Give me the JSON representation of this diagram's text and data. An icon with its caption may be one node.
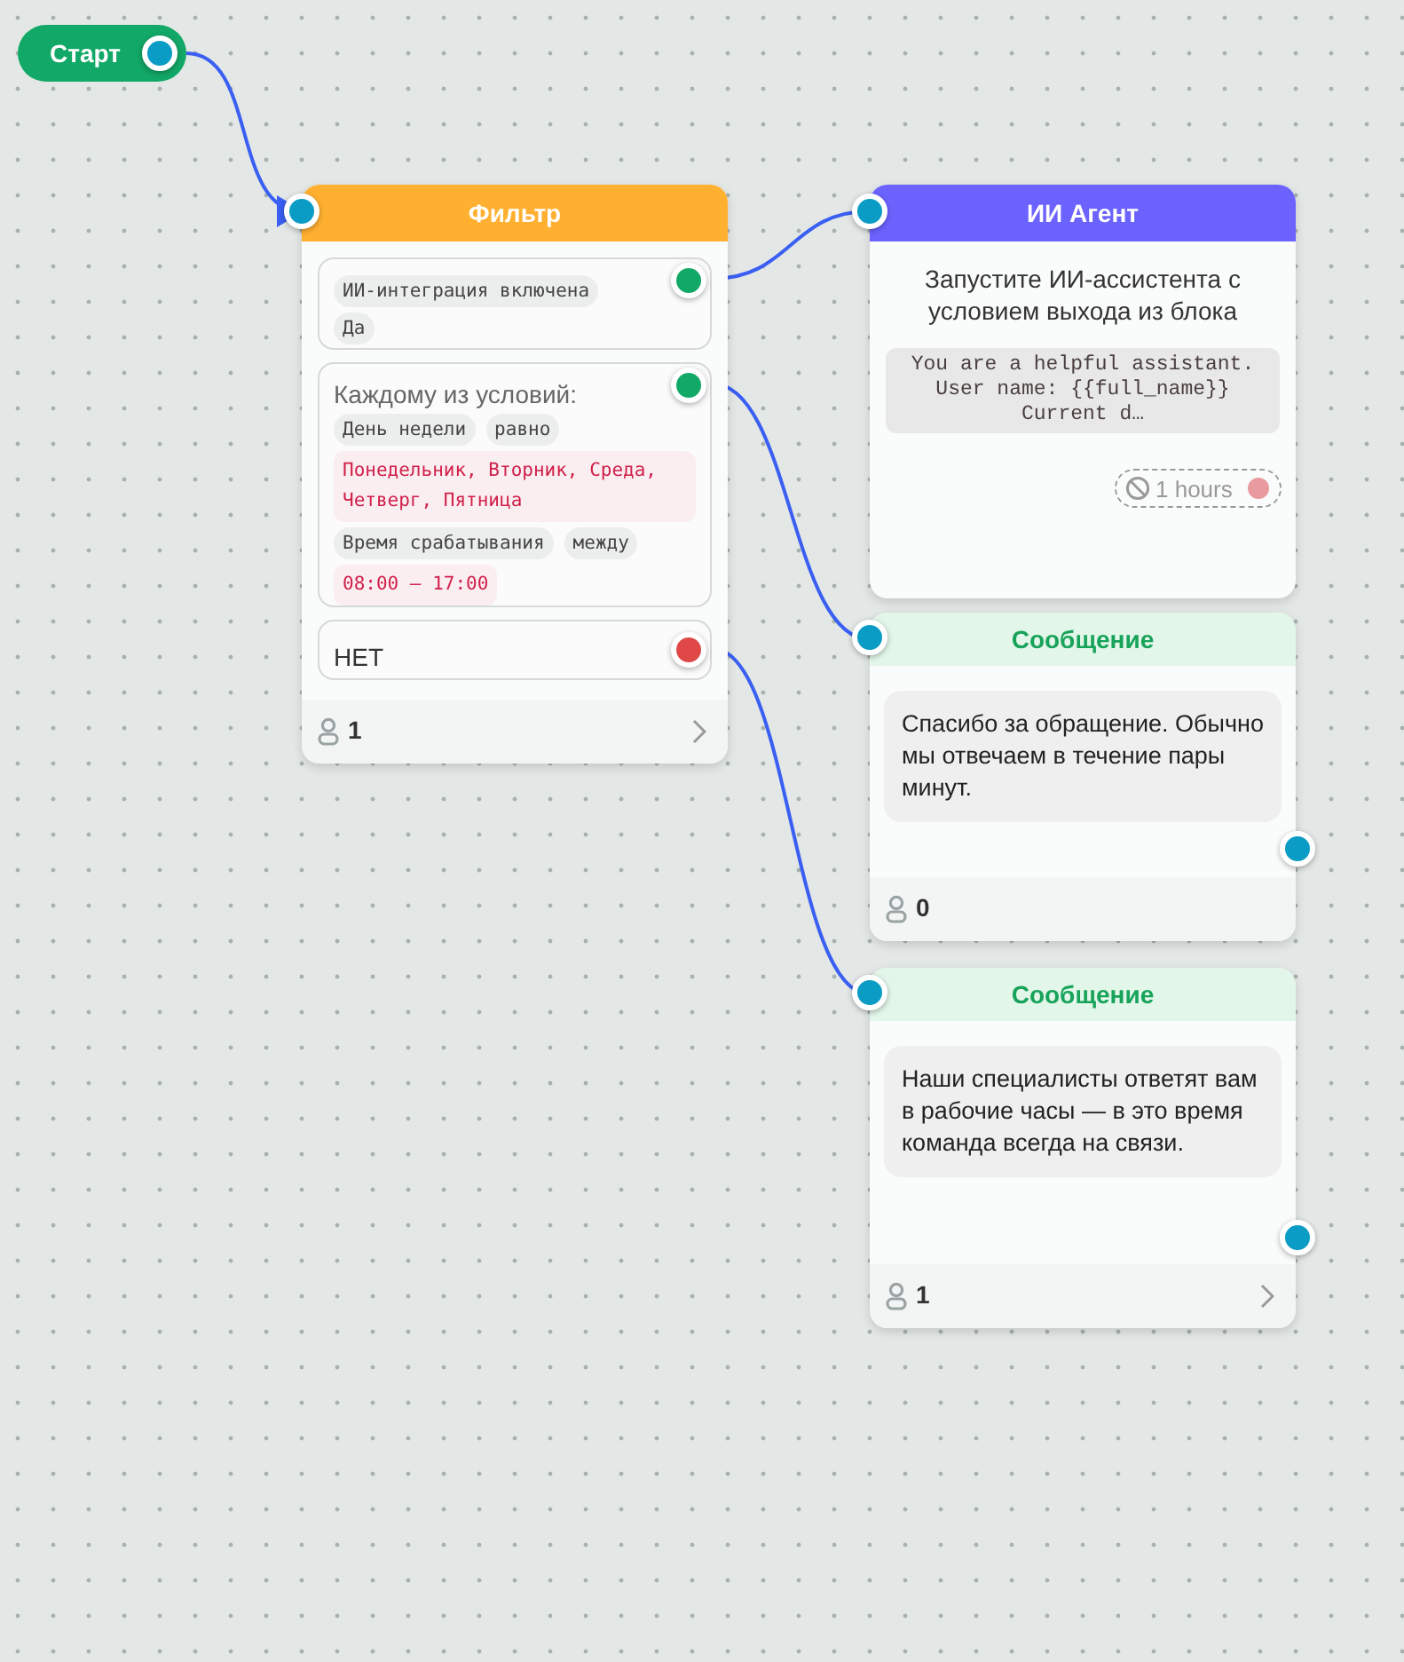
{
  "diagram": {
    "nodes": [
      {
        "text": [
          "Старт"
        ]
      },
      {
        "text": [
          "Фильтр",
          "1"
        ]
      },
      {
        "text": [
          "ИИ-интеграция включена",
          "Да"
        ],
        "in": 1
      },
      {
        "text": [
          "Каждому из условий:",
          "День недели",
          "равно",
          "Понедельник, Вторник, Среда, Четверг, Пятница",
          "Время срабатывания",
          "между",
          "08:00 — 17:00"
        ],
        "in": 1
      },
      {
        "text": [
          "НЕТ"
        ],
        "in": 1
      },
      {
        "text": [
          "ИИ Агент",
          "Запустите ИИ-ассистента с условием выхода из блока",
          "You are a helpful assistant. User name: {{full_name}} Current d…",
          "1 hours"
        ]
      },
      {
        "text": [
          "Сообщение",
          "Спасибо за обращение. Обычно мы отвечаем в течение пары минут.",
          "0"
        ]
      },
      {
        "text": [
          "Сообщение",
          "Наши специалисты ответят вам в рабочие часы — в это время команда всегда на связи.",
          "1"
        ]
      }
    ],
    "edges": [
      {
        "from": 0,
        "to": 1,
        "arrow": "to"
      },
      {
        "from": 2,
        "to": 5,
        "arrow": "none"
      },
      {
        "from": 3,
        "to": 6,
        "arrow": "none"
      },
      {
        "from": 4,
        "to": 7,
        "arrow": "none"
      }
    ]
  }
}
